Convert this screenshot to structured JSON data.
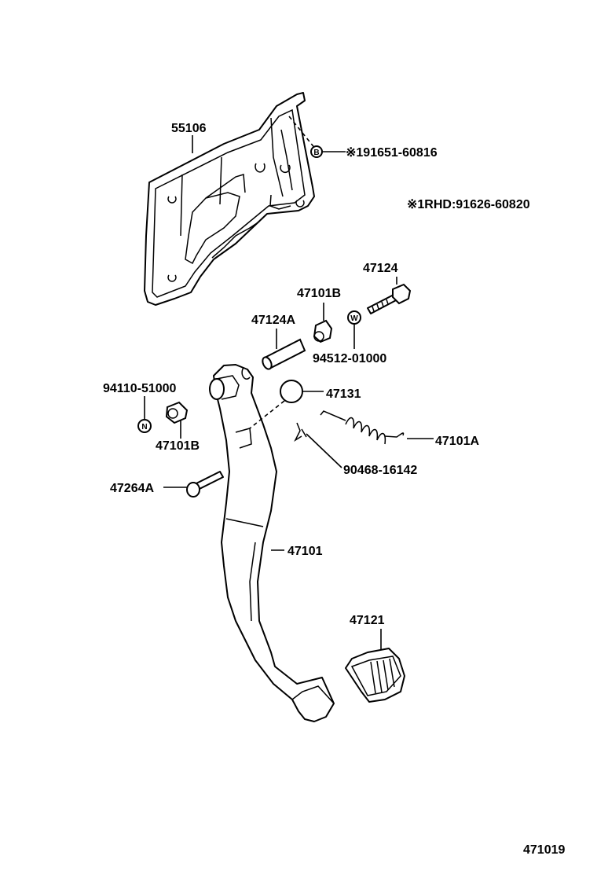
{
  "labels": {
    "p55106": "55106",
    "p191651": "※191651-60816",
    "rhd_note": "※1RHD:91626-60820",
    "p47124": "47124",
    "p47101B_top": "47101B",
    "p47124A": "47124A",
    "p94512": "94512-01000",
    "p94110": "94110-51000",
    "p47131": "47131",
    "p47101A": "47101A",
    "p47101B_left": "47101B",
    "p90468": "90468-16142",
    "p47264A": "47264A",
    "p47101": "47101",
    "p47121": "47121",
    "figure_number": "471019"
  },
  "symbols": {
    "b_marker": "B",
    "w_marker": "W",
    "n_marker": "N"
  }
}
